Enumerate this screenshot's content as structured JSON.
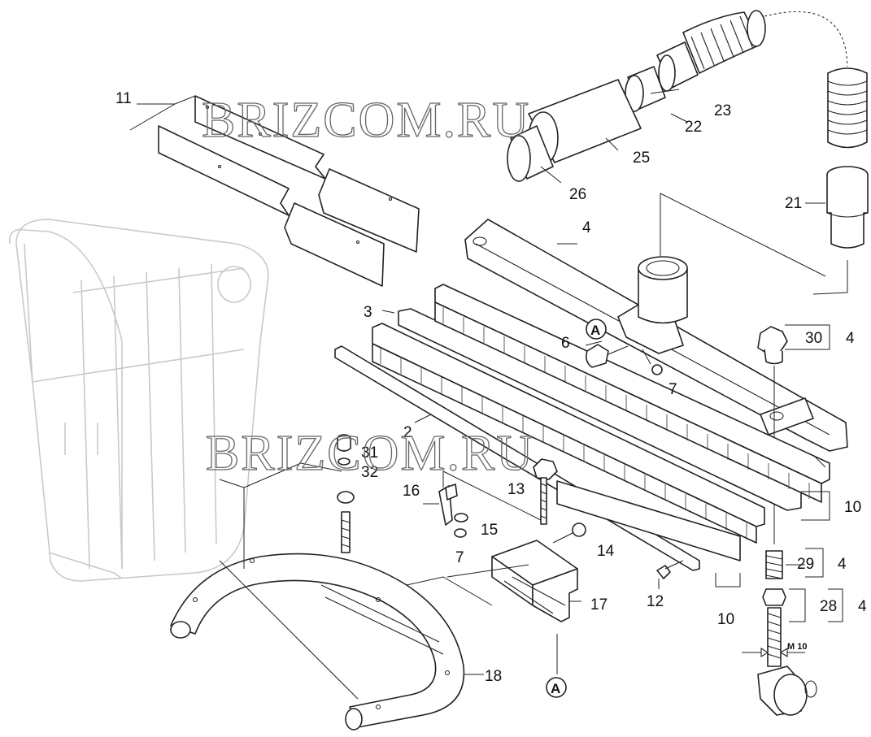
{
  "watermark": "BRIZCOM.RU",
  "callout_labels": {
    "p2": "2",
    "p3": "3",
    "p4a": "4",
    "p4b": "4",
    "p4c": "4",
    "p4d": "4",
    "p6": "6",
    "p7a": "7",
    "p7b": "7",
    "p10a": "10",
    "p10b": "10",
    "p11": "11",
    "p12": "12",
    "p13": "13",
    "p14": "14",
    "p15": "15",
    "p16": "16",
    "p17": "17",
    "p18": "18",
    "p21": "21",
    "p22": "22",
    "p23": "23",
    "p25": "25",
    "p26": "26",
    "p28": "28",
    "p29": "29",
    "p30": "30",
    "p31": "31",
    "p32": "32"
  },
  "markers": {
    "a_top": "A",
    "a_bottom": "A"
  },
  "dimension_label": "M 10"
}
